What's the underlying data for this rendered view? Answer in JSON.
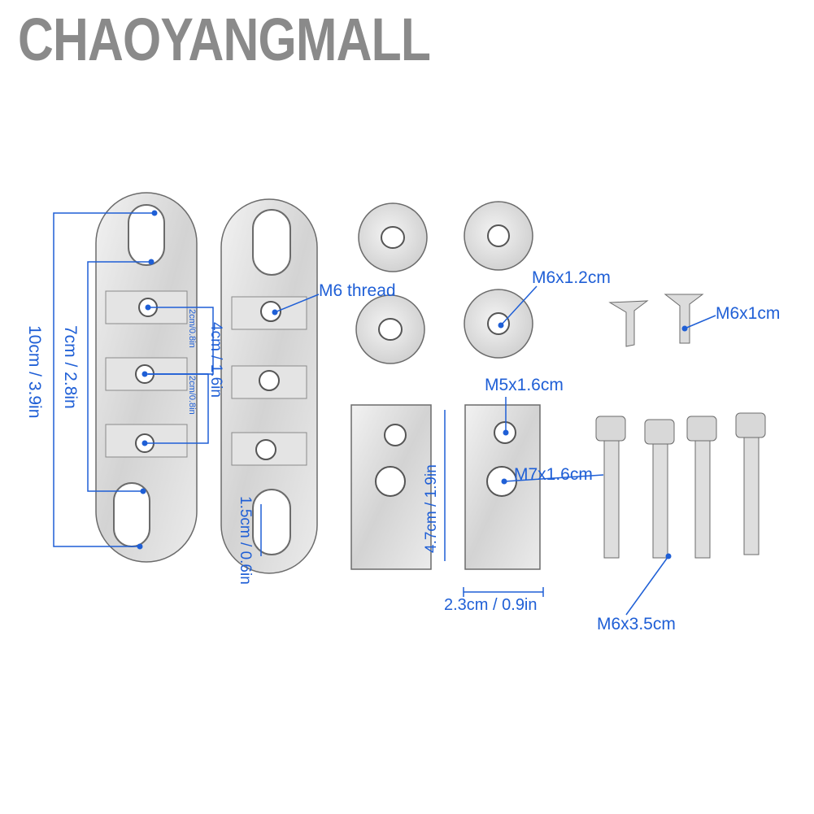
{
  "watermark": "CHAOYANGMALL",
  "labels": {
    "m6_thread": "M6 thread",
    "m6x12": "M6x1.2cm",
    "m6x1": "M6x1cm",
    "m5x16": "M5x1.6cm",
    "m7x16": "M7x1.6cm",
    "m6x35": "M6x3.5cm",
    "dim_10cm": "10cm / 3.9in",
    "dim_7cm": "7cm / 2.8in",
    "dim_4cm": "4cm / 1.6in",
    "dim_2cm_a": "2cm/0.8in",
    "dim_2cm_b": "2cm/0.8in",
    "dim_15cm": "1.5cm / 0.6in",
    "dim_47cm": "4.7cm / 1.9in",
    "dim_23cm": "2.3cm / 0.9in"
  },
  "colors": {
    "annotation": "#1f5fd6",
    "metal": "#d9d9d9",
    "outline": "#6b6b6b",
    "watermark": "#8a8a8a"
  }
}
